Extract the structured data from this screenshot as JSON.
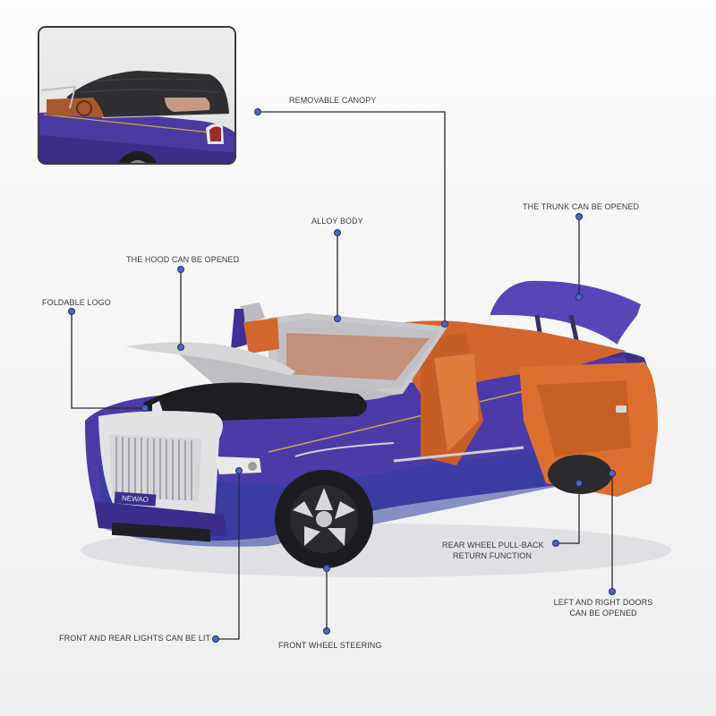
{
  "inset": {
    "caption": "",
    "depicts": "close-up of car with black soft-top canopy installed"
  },
  "car": {
    "plate_text": "NEWAO",
    "body_color": "#4b3aa8",
    "interior_color": "#d2662e",
    "trim_color": "#c9c9cc"
  },
  "callouts": [
    {
      "id": "removable-canopy",
      "label": "REMOVABLE CANOPY"
    },
    {
      "id": "trunk",
      "label": "THE TRUNK CAN BE OPENED"
    },
    {
      "id": "alloy-body",
      "label": "ALLOY BODY"
    },
    {
      "id": "hood",
      "label": "THE HOOD CAN BE OPENED"
    },
    {
      "id": "foldable-logo",
      "label": "FOLDABLE LOGO"
    },
    {
      "id": "rear-wheel",
      "label_line1": "REAR WHEEL PULL-BACK",
      "label_line2": "RETURN FUNCTION"
    },
    {
      "id": "doors",
      "label_line1": "LEFT AND RIGHT DOORS",
      "label_line2": "CAN BE OPENED"
    },
    {
      "id": "lights",
      "label": "FRONT AND REAR LIGHTS CAN BE LIT"
    },
    {
      "id": "front-wheel",
      "label": "FRONT WHEEL STEERING"
    }
  ],
  "colors": {
    "line": "#2a2a2a",
    "dot_fill": "#4f63c9",
    "dot_stroke": "#2a2f6a",
    "text": "#3b3b3b"
  }
}
